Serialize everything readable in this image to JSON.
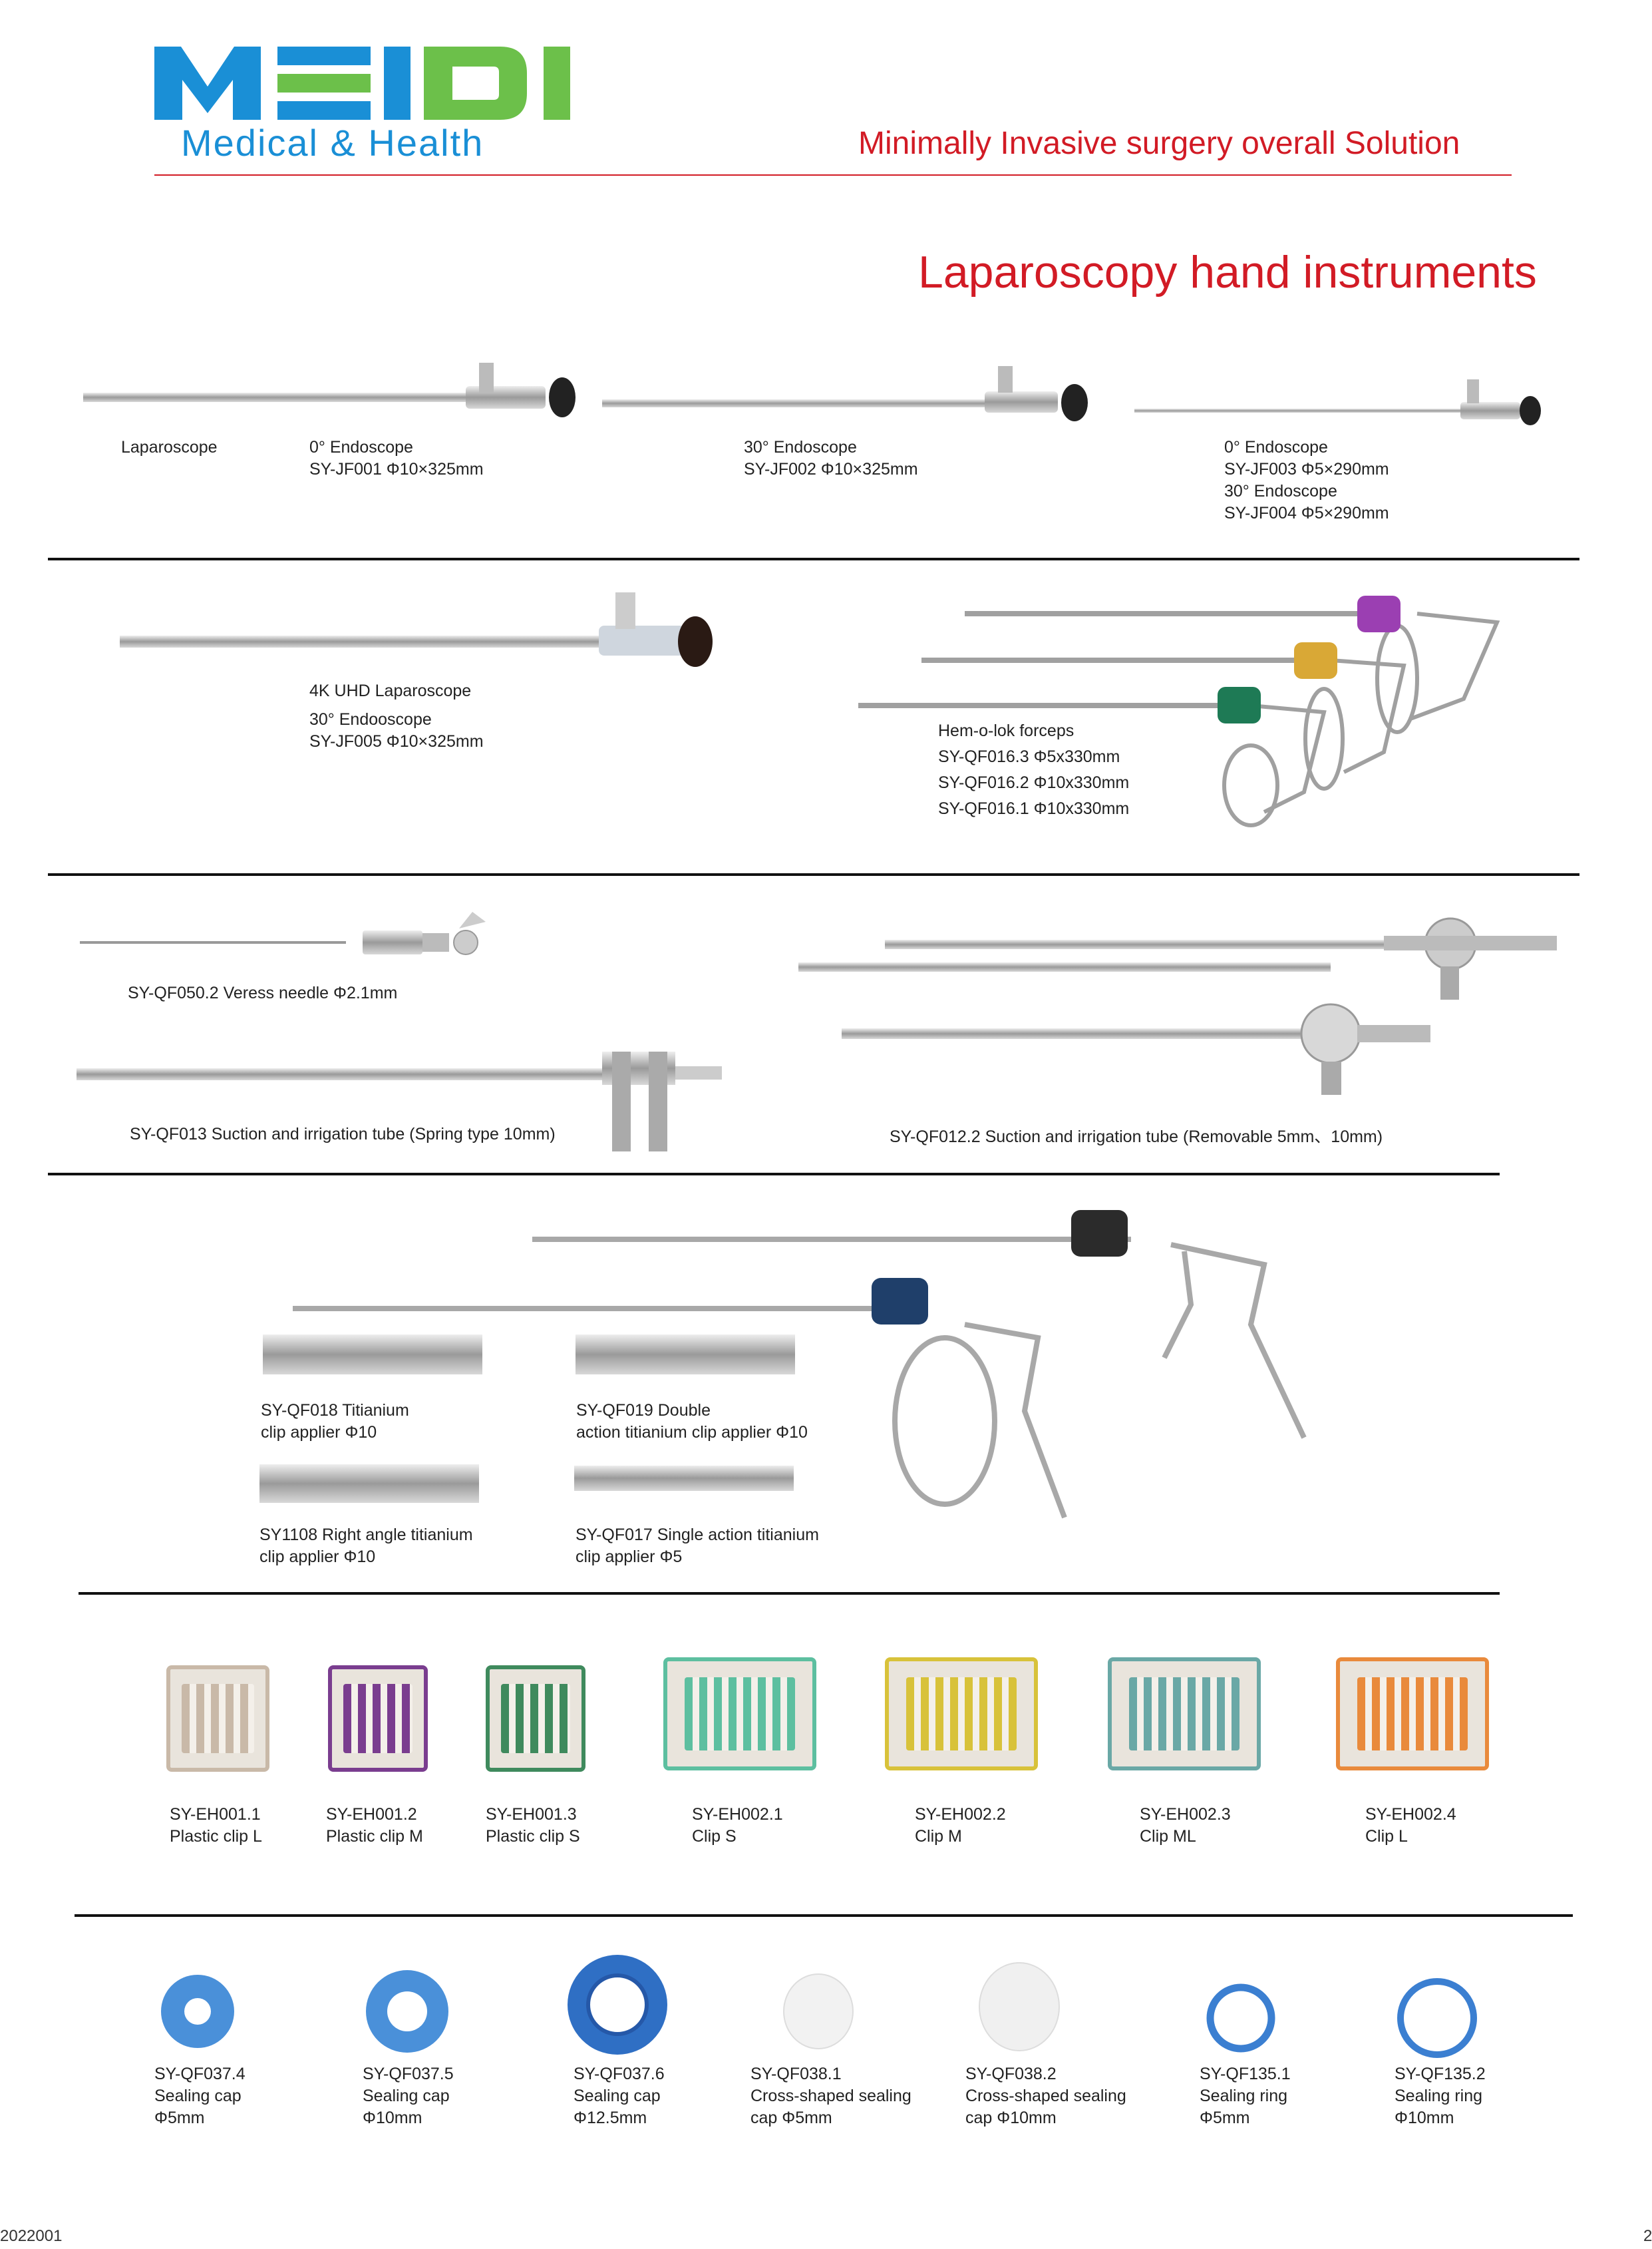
{
  "brand": {
    "logo_text": "MEIDI",
    "subtitle": "Medical & Health",
    "tagline": "Minimally Invasive surgery overall Solution"
  },
  "title": "Laparoscopy hand instruments",
  "section1": {
    "category": "Laparoscope",
    "items": [
      {
        "lines": [
          "0° Endoscope",
          "SY-JF001   Φ10×325mm"
        ]
      },
      {
        "lines": [
          "30° Endoscope",
          "SY-JF002   Φ10×325mm"
        ]
      },
      {
        "lines": [
          "0° Endoscope",
          "SY-JF003   Φ5×290mm",
          "30° Endoscope",
          "SY-JF004  Φ5×290mm"
        ]
      }
    ]
  },
  "section2": {
    "laparoscope_4k": [
      "4K UHD Laparoscope",
      "30° Endooscope",
      "SY-JF005   Φ10×325mm"
    ],
    "hemolok": [
      "Hem-o-lok forceps",
      "SY-QF016.3  Φ5x330mm",
      "SY-QF016.2  Φ10x330mm",
      "SY-QF016.1  Φ10x330mm"
    ]
  },
  "section3": {
    "veress": "SY-QF050.2 Veress needle Φ2.1mm",
    "suction_spring": "SY-QF013 Suction and irrigation tube   (Spring type 10mm)",
    "suction_removable": "SY-QF012.2 Suction and irrigation tube (Removable 5mm、10mm)"
  },
  "section4": {
    "items": [
      {
        "lines": [
          "SY-QF018  Titianium",
          "clip applier Φ10"
        ]
      },
      {
        "lines": [
          "SY-QF019  Double",
          "action titianium clip applier Φ10"
        ]
      },
      {
        "lines": [
          "SY1108  Right angle titianium",
          "clip applier Φ10"
        ]
      },
      {
        "lines": [
          "SY-QF017  Single action titianium",
          "clip applier Φ5"
        ]
      }
    ]
  },
  "section5": {
    "items": [
      {
        "code": "SY-EH001.1",
        "name": "Plastic clip L",
        "color": "#c9b9a8"
      },
      {
        "code": "SY-EH001.2",
        "name": "Plastic clip M",
        "color": "#7a3d8f"
      },
      {
        "code": "SY-EH001.3",
        "name": "Plastic clip S",
        "color": "#3f8a5d"
      },
      {
        "code": "SY-EH002.1",
        "name": "Clip S",
        "color": "#5dbfa0"
      },
      {
        "code": "SY-EH002.2",
        "name": "Clip M",
        "color": "#d8c23a"
      },
      {
        "code": "SY-EH002.3",
        "name": "Clip ML",
        "color": "#6aa8a6"
      },
      {
        "code": "SY-EH002.4",
        "name": "Clip L",
        "color": "#e98a3c"
      }
    ]
  },
  "section6": {
    "items": [
      {
        "lines": [
          "SY-QF037.4",
          "Sealing cap",
          "Φ5mm"
        ]
      },
      {
        "lines": [
          "SY-QF037.5",
          "Sealing cap",
          "Φ10mm"
        ]
      },
      {
        "lines": [
          "SY-QF037.6",
          "Sealing cap",
          "Φ12.5mm"
        ]
      },
      {
        "lines": [
          "SY-QF038.1",
          "Cross-shaped sealing",
          "cap Φ5mm"
        ]
      },
      {
        "lines": [
          "SY-QF038.2",
          "Cross-shaped sealing",
          "cap Φ10mm"
        ]
      },
      {
        "lines": [
          "SY-QF135.1",
          "Sealing ring",
          "Φ5mm"
        ]
      },
      {
        "lines": [
          "SY-QF135.2",
          "Sealing ring",
          "Φ10mm"
        ]
      }
    ]
  },
  "footer": {
    "code": "2022001",
    "page": "2"
  },
  "colors": {
    "brand_blue": "#1a8fd6",
    "brand_green": "#6cc04a",
    "accent_red": "#d21b25",
    "seal_blue": "#3b7fd1"
  }
}
